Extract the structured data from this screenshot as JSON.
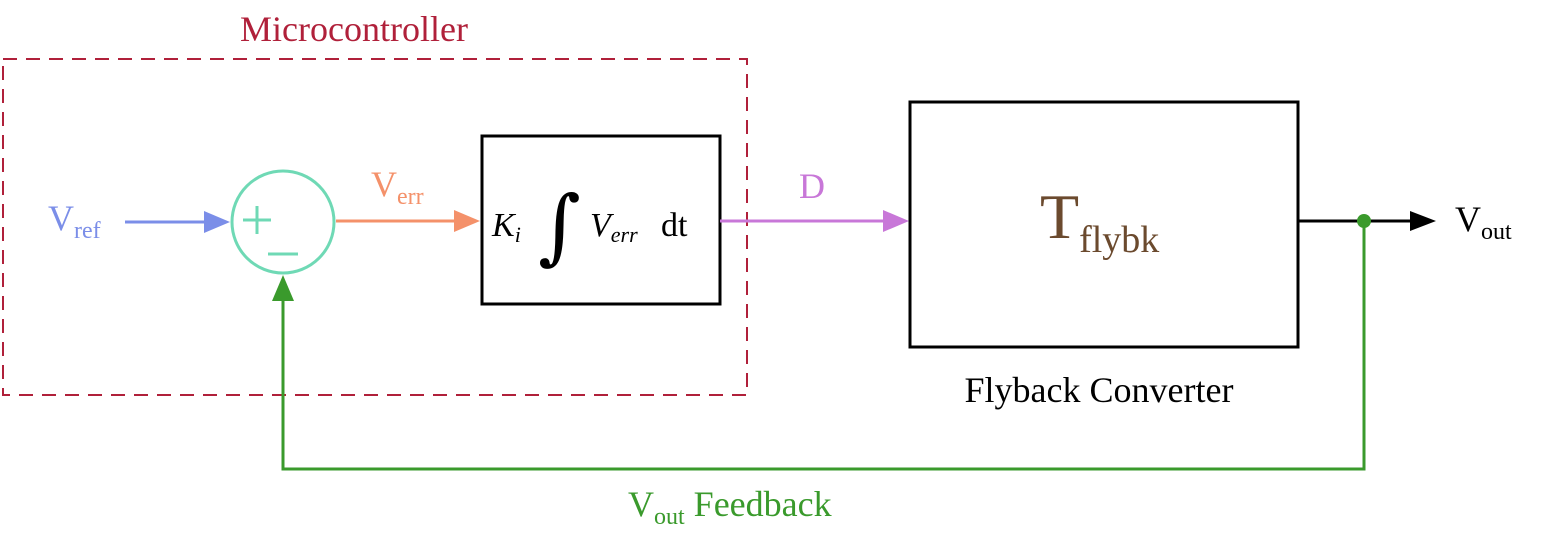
{
  "colors": {
    "microcontroller": "#b0203a",
    "vref": "#7b8ee8",
    "sum_junction": "#6fd9b5",
    "verr": "#f4916a",
    "duty": "#c877d8",
    "feedback": "#3a9a2c",
    "flyback_label": "#6b4a2e",
    "black": "#000000"
  },
  "microcontroller": {
    "label": "Microcontroller"
  },
  "inputs": {
    "vref": {
      "main": "V",
      "sub": "ref"
    }
  },
  "summing_junction": {
    "plus": "+",
    "minus": "−"
  },
  "signals": {
    "verr": {
      "main": "V",
      "sub": "err"
    },
    "duty": {
      "label": "D"
    },
    "vout": {
      "main": "V",
      "sub": "out"
    }
  },
  "integrator": {
    "gain": "K",
    "gain_sub": "i",
    "integral": "∫",
    "var": "V",
    "var_sub": "err",
    "dt": "dt"
  },
  "flyback": {
    "symbol_main": "T",
    "symbol_sub": "flybk",
    "caption": "Flyback Converter"
  },
  "feedback": {
    "main": "V",
    "sub": "out",
    "suffix": " Feedback"
  }
}
